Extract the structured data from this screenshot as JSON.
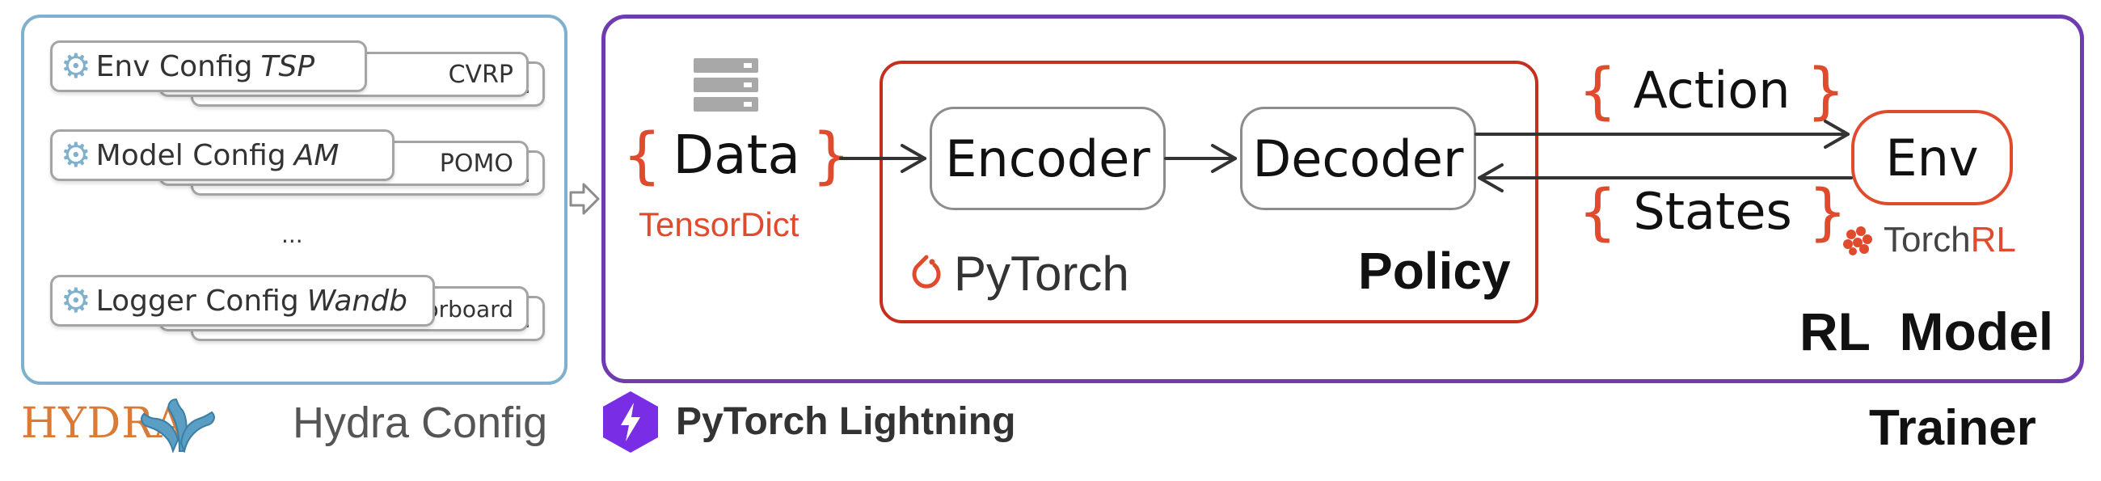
{
  "config_panel": {
    "groups": [
      {
        "front_label": "Env Config",
        "front_value": "TSP",
        "mid_label": "CVRP",
        "back_label": "..."
      },
      {
        "front_label": "Model Config",
        "front_value": "AM",
        "mid_label": "POMO",
        "back_label": "..."
      },
      {
        "front_label": "Logger Config",
        "front_value": "Wandb",
        "mid_label": "Tensorboard",
        "back_label": "..."
      }
    ],
    "ellipsis": "...",
    "gear_icon": "gear-icon"
  },
  "hydra": {
    "logo_text": "HYDRA",
    "label": "Hydra Config"
  },
  "lightning": {
    "label": "PyTorch Lightning"
  },
  "trainer": {
    "label": "Trainer",
    "model_label": "RL  Model"
  },
  "data": {
    "brace_open": "{",
    "brace_close": "}",
    "label": "Data",
    "sublabel": "TensorDict"
  },
  "policy": {
    "label": "Policy",
    "encoder": "Encoder",
    "decoder": "Decoder",
    "pytorch_label": "PyTorch"
  },
  "env": {
    "label": "Env",
    "torchrl_prefix": "Torch",
    "torchrl_suffix": "RL"
  },
  "action": {
    "label": "Action"
  },
  "states": {
    "label": "States"
  },
  "colors": {
    "accent_red": "#e14b2d",
    "policy_border": "#c62f1e",
    "trainer_border": "#6e3bb1",
    "config_border": "#7fb0cc",
    "hydra_orange": "#d97a36"
  }
}
